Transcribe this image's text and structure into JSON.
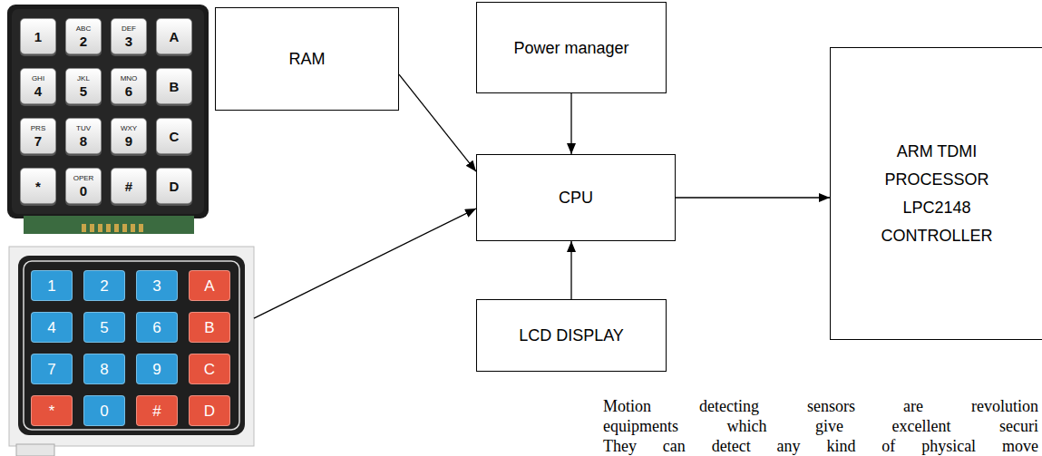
{
  "diagram": {
    "nodes": [
      {
        "text": [
          "1",
          "ABC",
          "2",
          "DEF",
          "3",
          "A",
          "GHI",
          "4",
          "JKL",
          "5",
          "MNO",
          "6",
          "B",
          "PRS",
          "7",
          "TUV",
          "8",
          "WXY",
          "9",
          "C",
          "*",
          "OPER",
          "0",
          "#",
          "D"
        ]
      },
      {
        "text": [
          "RAM"
        ]
      },
      {
        "text": [
          "Power manager"
        ]
      },
      {
        "text": [
          "CPU"
        ]
      },
      {
        "text": [
          "ARM TDMI PROCESSOR LPC2148 CONTROLLER"
        ]
      },
      {
        "text": [
          "1",
          "2",
          "3",
          "A",
          "4",
          "5",
          "6",
          "B",
          "7",
          "8",
          "9",
          "C",
          "*",
          "0",
          "#",
          "D"
        ]
      },
      {
        "text": [
          "LCD DISPLAY"
        ]
      }
    ],
    "edges": [
      {
        "from": 1,
        "to": 3,
        "arrow": "to"
      },
      {
        "from": 2,
        "to": 3,
        "arrow": "to"
      },
      {
        "from": 3,
        "to": 4,
        "arrow": "to"
      },
      {
        "from": 5,
        "to": 3,
        "arrow": "to"
      },
      {
        "from": 6,
        "to": 3,
        "arrow": "to"
      }
    ],
    "labels": [
      "Motion detecting sensors are revolution",
      "equipments which give excellent securi",
      "They can detect any kind of physical move"
    ]
  }
}
